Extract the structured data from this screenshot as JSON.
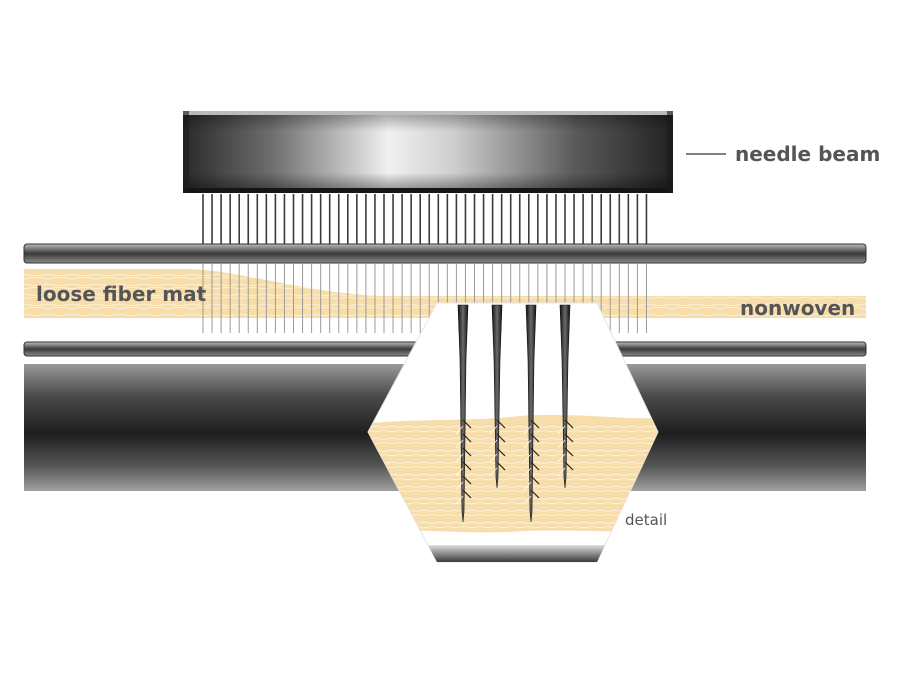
{
  "labels": {
    "needle_beam": "needle beam",
    "loose_fiber_mat": "loose fiber mat",
    "nonwoven": "nonwoven",
    "detail": "detail"
  },
  "colors": {
    "fiber": "#f7ddaa",
    "fiber_strand": "#ffffff",
    "metal_dark": "#222222",
    "metal_light": "#f2f2f2",
    "label_text": "#555555",
    "needle": "#333333"
  }
}
